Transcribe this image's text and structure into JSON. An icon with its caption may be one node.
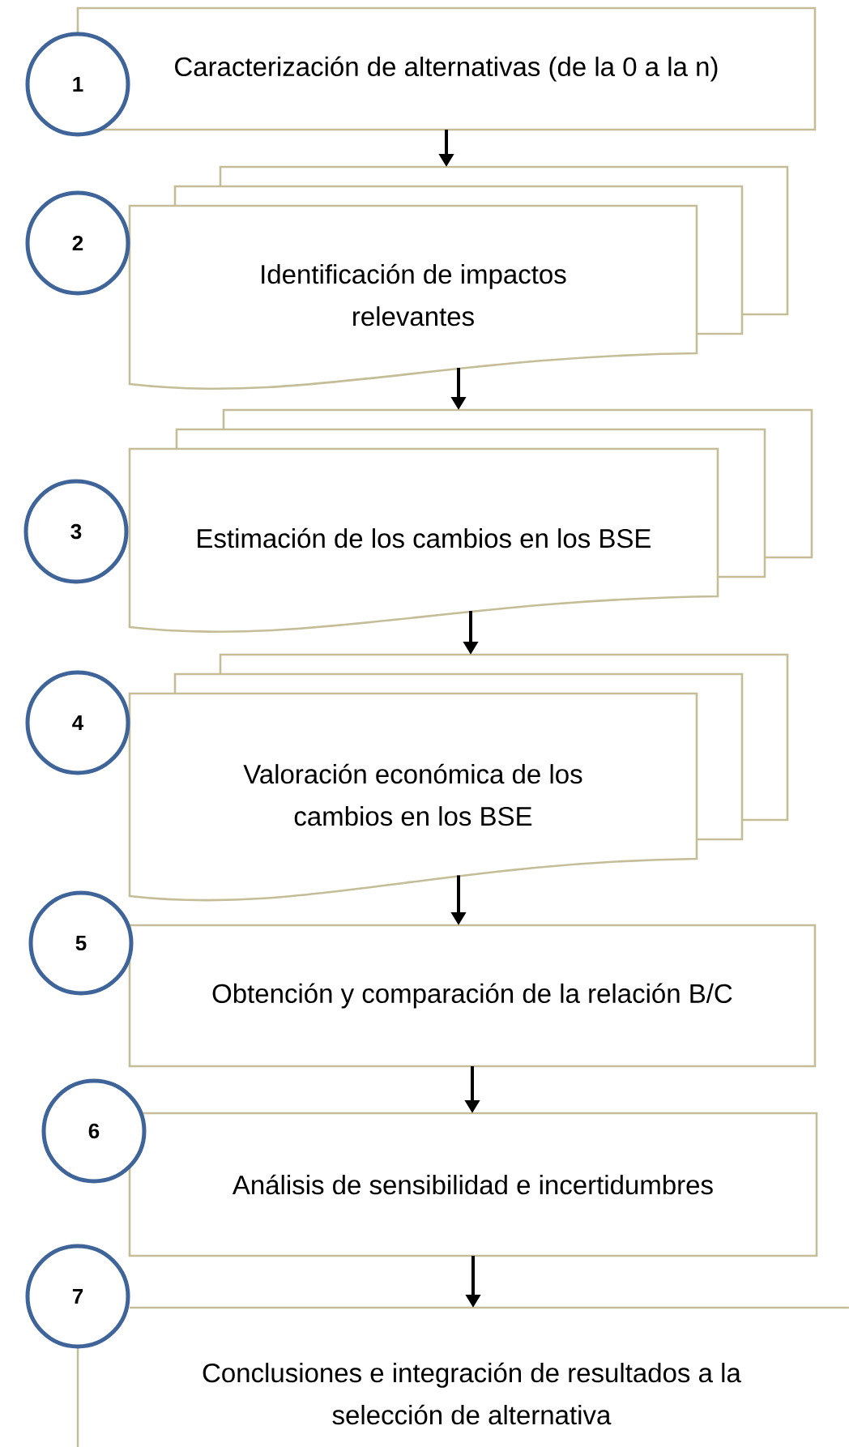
{
  "diagram": {
    "nodes": [
      {
        "text": [
          "1"
        ]
      },
      {
        "text": [
          "Caracterización de alternativas (de la 0 a la n)"
        ]
      },
      {
        "text": [
          "2"
        ]
      },
      {
        "text": [
          "Identificación de impactos relevantes"
        ]
      },
      {
        "text": [
          "3"
        ]
      },
      {
        "text": [
          "Estimación de los cambios en los BSE"
        ]
      },
      {
        "text": [
          "4"
        ]
      },
      {
        "text": [
          "Valoración económica de los cambios en los BSE"
        ]
      },
      {
        "text": [
          "5"
        ]
      },
      {
        "text": [
          "Obtención y comparación de la relación B/C"
        ]
      },
      {
        "text": [
          "6"
        ]
      },
      {
        "text": [
          "Análisis de sensibilidad e incertidumbres"
        ]
      },
      {
        "text": [
          "7"
        ]
      },
      {
        "text": [
          "Conclusiones e integración de resultados a la selección de alternativa"
        ]
      }
    ],
    "edges": [
      {
        "from": 1,
        "to": 3,
        "arrow": "to"
      },
      {
        "from": 3,
        "to": 5,
        "arrow": "to"
      },
      {
        "from": 5,
        "to": 7,
        "arrow": "to"
      },
      {
        "from": 7,
        "to": 9,
        "arrow": "to"
      },
      {
        "from": 9,
        "to": 11,
        "arrow": "to"
      },
      {
        "from": 11,
        "to": 13,
        "arrow": "to"
      }
    ]
  }
}
